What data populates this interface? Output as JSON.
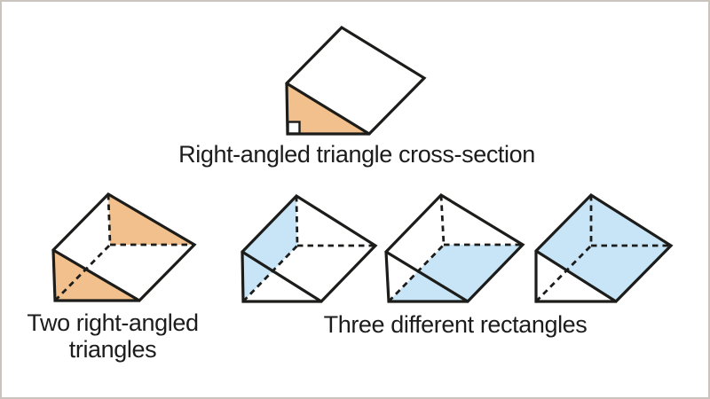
{
  "colors": {
    "orange": "#F2C08D",
    "blue": "#C8E5F7",
    "line": "#1C1C1A",
    "white": "#FFFFFF",
    "text": "#1C1C1C",
    "canvas_border": "#C9C4BE",
    "background": "#FFFFFF"
  },
  "labels": {
    "cross_section": "Right-angled triangle cross-section",
    "two_triangles_line1": "Two right-angled",
    "two_triangles_line2": "triangles",
    "three_rectangles": "Three different rectangles"
  },
  "prisms": [
    {
      "name": "prism-cross-section",
      "A": [
        321,
        92
      ],
      "B": [
        322,
        149
      ],
      "C": [
        414,
        149
      ],
      "depth": [
        62,
        -63
      ],
      "highlights": [
        {
          "face": "front-triangle",
          "color": "orange"
        }
      ],
      "hidden_edges": false,
      "right_angle_marker": true
    },
    {
      "name": "prism-two-triangles",
      "A": [
        58,
        280
      ],
      "B": [
        60,
        337
      ],
      "C": [
        155,
        337
      ],
      "depth": [
        62,
        -63
      ],
      "highlights": [
        {
          "face": "front-triangle",
          "color": "orange"
        },
        {
          "face": "back-triangle",
          "color": "orange"
        }
      ],
      "hidden_edges": true,
      "right_angle_marker": false
    },
    {
      "name": "prism-rectangle-left",
      "A": [
        271,
        282
      ],
      "B": [
        272,
        338
      ],
      "C": [
        360,
        338
      ],
      "depth": [
        61,
        -63
      ],
      "highlights": [
        {
          "face": "left-rectangle",
          "color": "blue"
        }
      ],
      "hidden_edges": true,
      "right_angle_marker": false
    },
    {
      "name": "prism-rectangle-bottom",
      "A": [
        433,
        282
      ],
      "B": [
        436,
        338
      ],
      "C": [
        525,
        338
      ],
      "depth": [
        62,
        -64
      ],
      "highlights": [
        {
          "face": "bottom-rectangle",
          "color": "blue"
        }
      ],
      "hidden_edges": true,
      "right_angle_marker": false
    },
    {
      "name": "prism-rectangle-top",
      "A": [
        602,
        281
      ],
      "B": [
        602,
        338
      ],
      "C": [
        692,
        338
      ],
      "depth": [
        62,
        -63
      ],
      "highlights": [
        {
          "face": "top-rectangle",
          "color": "blue"
        }
      ],
      "hidden_edges": true,
      "right_angle_marker": false
    }
  ]
}
